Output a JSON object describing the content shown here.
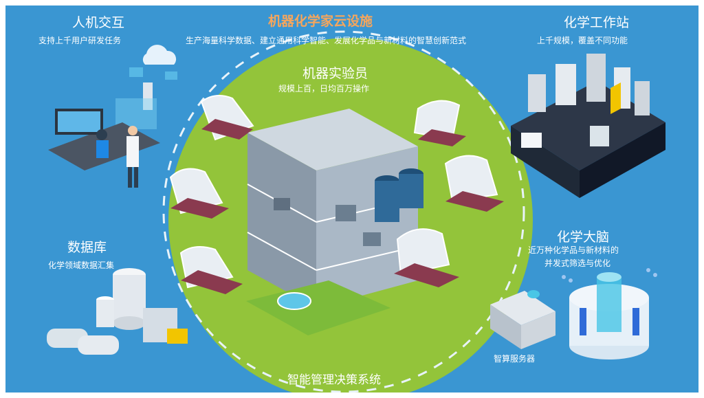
{
  "title": "机器化学家云设施",
  "subtitle": "生产海量科学数据、建立通用科学智能、发展化学品与新材料的智慧创新范式",
  "human_interaction": {
    "heading": "人机交互",
    "desc": "支持上千用户研发任务"
  },
  "workstation": {
    "heading": "化学工作站",
    "desc": "上千规模，覆盖不同功能"
  },
  "robot": {
    "heading": "机器实验员",
    "desc": "规模上百，日均百万操作"
  },
  "database": {
    "heading": "数据库",
    "desc": "化学领域数据汇集"
  },
  "brain": {
    "heading": "化学大脑",
    "desc_line1": "近万种化学品与新材料的",
    "desc_line2": "并发式筛选与优化"
  },
  "servers": {
    "label": "智算服务器"
  },
  "decision": {
    "label": "智能管理决策系统"
  },
  "colors": {
    "background": "#3a96d2",
    "accent": "#f6a65c",
    "circle": "#93c43a",
    "text": "#ffffff"
  }
}
